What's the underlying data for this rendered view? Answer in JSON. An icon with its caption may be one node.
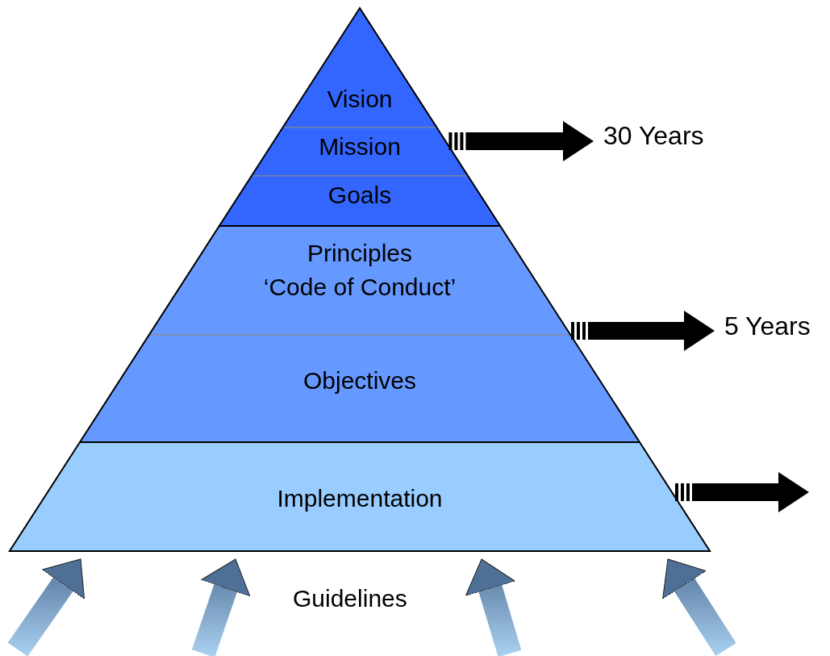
{
  "diagram": {
    "nodes": [
      {
        "text": [
          "Vision"
        ]
      },
      {
        "text": [
          "Mission"
        ]
      },
      {
        "text": [
          "Goals"
        ]
      },
      {
        "text": [
          "Principles",
          "‘Code of Conduct’"
        ]
      },
      {
        "text": [
          "Objectives"
        ]
      },
      {
        "text": [
          "Implementation"
        ]
      },
      {
        "text": [
          "30 Years"
        ]
      },
      {
        "text": [
          "5 Years"
        ]
      }
    ],
    "edges": [
      {
        "from": 1,
        "to": 6,
        "arrow": "to"
      },
      {
        "from": 3,
        "to": 7,
        "arrow": "to"
      },
      {
        "from": 5,
        "to": null,
        "arrow": "to"
      },
      {
        "from": null,
        "to": 5,
        "arrow": "to"
      },
      {
        "from": null,
        "to": 5,
        "arrow": "to"
      },
      {
        "from": null,
        "to": 5,
        "arrow": "to"
      },
      {
        "from": null,
        "to": 5,
        "arrow": "to"
      }
    ],
    "labels": [
      "Guidelines"
    ]
  }
}
